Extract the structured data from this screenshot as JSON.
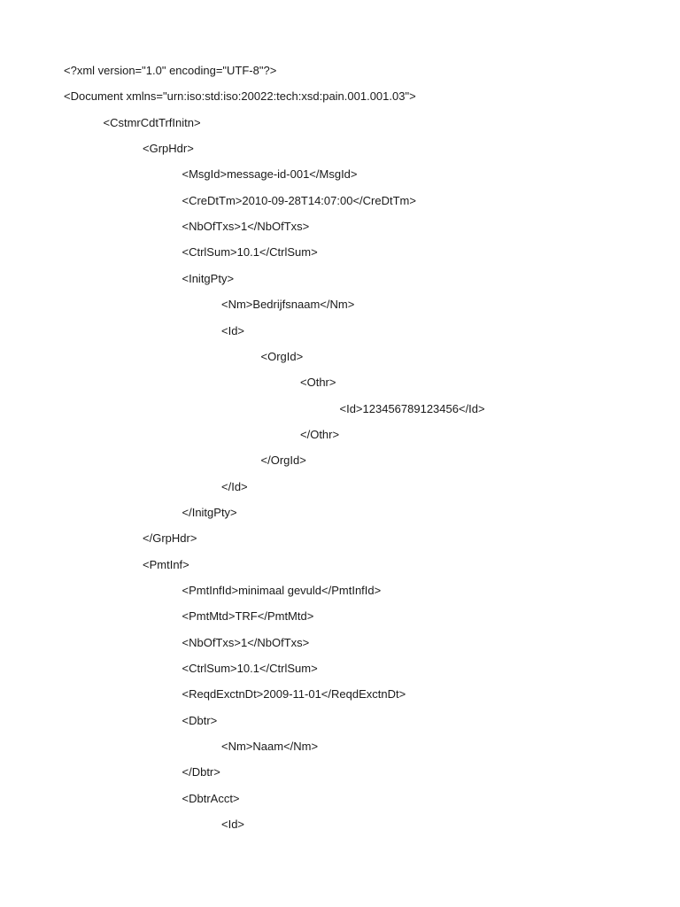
{
  "document": {
    "lines": [
      {
        "text": "<?xml version=\"1.0\" encoding=\"UTF-8\"?>",
        "level": 0
      },
      {
        "text": "<Document xmlns=\"urn:iso:std:iso:20022:tech:xsd:pain.001.001.03\">",
        "level": 0
      },
      {
        "text": "<CstmrCdtTrfInitn>",
        "level": 1
      },
      {
        "text": "<GrpHdr>",
        "level": 2
      },
      {
        "text": "<MsgId>message-id-001</MsgId>",
        "level": 3
      },
      {
        "text": "<CreDtTm>2010-09-28T14:07:00</CreDtTm>",
        "level": 3
      },
      {
        "text": "<NbOfTxs>1</NbOfTxs>",
        "level": 3
      },
      {
        "text": "<CtrlSum>10.1</CtrlSum>",
        "level": 3
      },
      {
        "text": "<InitgPty>",
        "level": 3
      },
      {
        "text": "<Nm>Bedrijfsnaam</Nm>",
        "level": 4
      },
      {
        "text": "<Id>",
        "level": 4
      },
      {
        "text": "<OrgId>",
        "level": 5
      },
      {
        "text": "<Othr>",
        "level": 6
      },
      {
        "text": "<Id>123456789123456</Id>",
        "level": 7
      },
      {
        "text": "</Othr>",
        "level": 6
      },
      {
        "text": "</OrgId>",
        "level": 5
      },
      {
        "text": "</Id>",
        "level": 4
      },
      {
        "text": "</InitgPty>",
        "level": 3
      },
      {
        "text": "</GrpHdr>",
        "level": 2
      },
      {
        "text": "<PmtInf>",
        "level": 2
      },
      {
        "text": "<PmtInfId>minimaal gevuld</PmtInfId>",
        "level": 3
      },
      {
        "text": "<PmtMtd>TRF</PmtMtd>",
        "level": 3
      },
      {
        "text": "<NbOfTxs>1</NbOfTxs>",
        "level": 3
      },
      {
        "text": "<CtrlSum>10.1</CtrlSum>",
        "level": 3
      },
      {
        "text": "<ReqdExctnDt>2009-11-01</ReqdExctnDt>",
        "level": 3
      },
      {
        "text": "<Dbtr>",
        "level": 3
      },
      {
        "text": "<Nm>Naam</Nm>",
        "level": 4
      },
      {
        "text": "</Dbtr>",
        "level": 3
      },
      {
        "text": "<DbtrAcct>",
        "level": 3
      },
      {
        "text": "<Id>",
        "level": 4
      }
    ]
  }
}
